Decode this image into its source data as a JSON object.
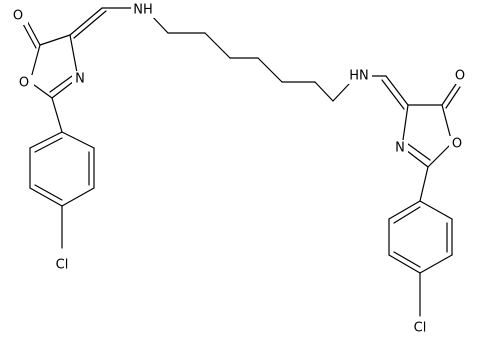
{
  "molecule": {
    "atoms": {
      "o_carbonyl_left": "O",
      "n_ring_left": "N",
      "o_ring_left": "O",
      "nh_left": "NH",
      "cl_left": "Cl",
      "nh_right": "HN",
      "o_carbonyl_right": "O",
      "n_ring_right": "N",
      "o_ring_right": "O",
      "cl_right": "Cl"
    }
  }
}
